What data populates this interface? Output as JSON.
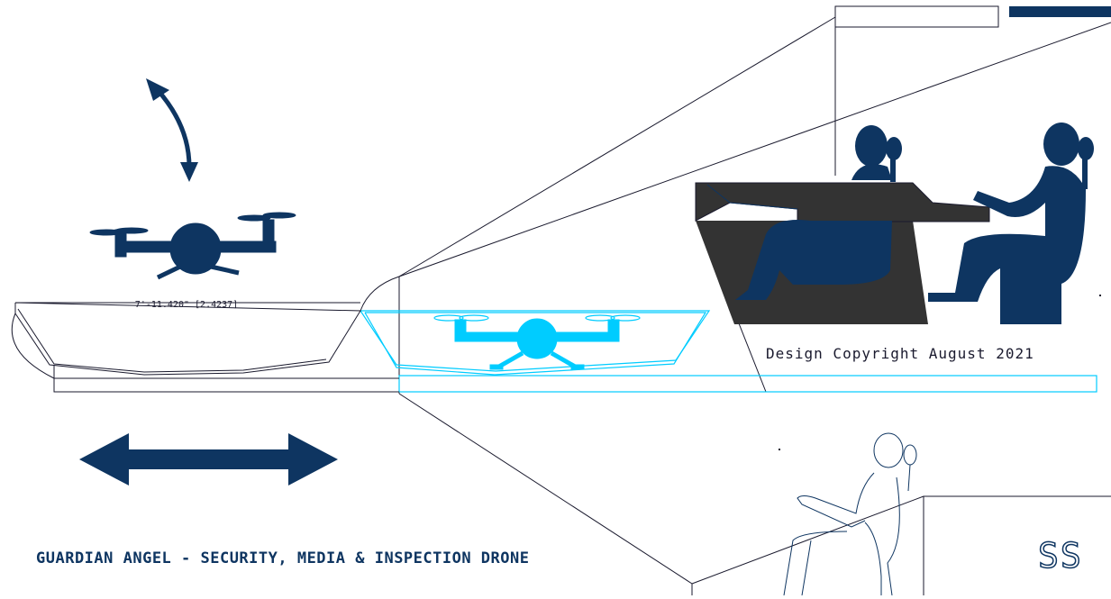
{
  "drawing": {
    "dimension_label": "7'-11.420\" [2.4237]",
    "copyright": "Design Copyright August 2021",
    "title": "GUARDIAN ANGEL - SECURITY, MEDIA & INSPECTION DRONE",
    "signature": "SS"
  },
  "colors": {
    "line": "#1a1a2e",
    "navy": "#0e3561",
    "cyan": "#00ccff",
    "console": "#333333",
    "outline_figure": "#0e3561"
  },
  "icons": [
    "drone-icon",
    "curved-rotate-arrow-icon",
    "double-horizontal-arrow-icon",
    "seated-person-icon"
  ]
}
